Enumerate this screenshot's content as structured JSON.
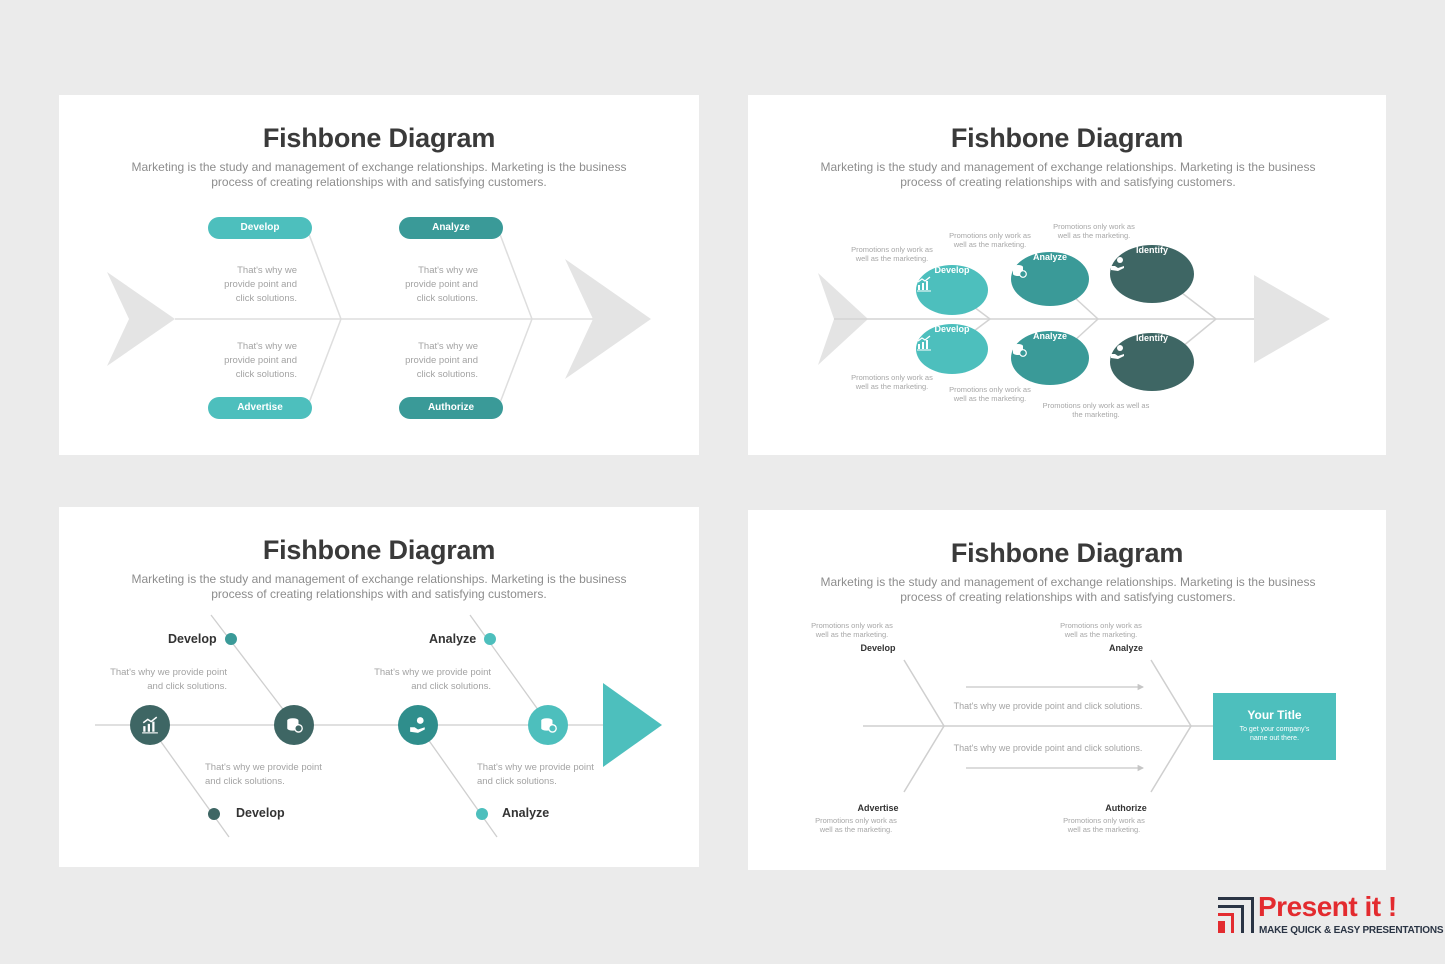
{
  "colors": {
    "teal_light": "#4dbfbd",
    "teal_mid": "#3a9a98",
    "teal_dark": "#2f7e7c",
    "slate": "#3e6664",
    "brand_red": "#e32b2f",
    "brand_dark": "#2a3444"
  },
  "slides": [
    {
      "title": "Fishbone Diagram",
      "subtitle": "Marketing is the study and management of exchange relationships. Marketing is the business process of creating relationships with and satisfying customers.",
      "pills": [
        "Develop",
        "Analyze",
        "Advertise",
        "Authorize"
      ],
      "texts": [
        "That's why we provide point and click solutions.",
        "That's why we provide point and click solutions.",
        "That's why we provide point and click solutions.",
        "That's why we provide point and click solutions."
      ]
    },
    {
      "title": "Fishbone Diagram",
      "subtitle": "Marketing is the study and management of exchange relationships. Marketing is the business process of creating relationships with and satisfying customers.",
      "nodes": [
        {
          "label": "Develop",
          "icon": "chart-icon"
        },
        {
          "label": "Analyze",
          "icon": "coins-icon"
        },
        {
          "label": "Identify",
          "icon": "hand-coin-icon"
        },
        {
          "label": "Develop",
          "icon": "chart-icon"
        },
        {
          "label": "Analyze",
          "icon": "coins-icon"
        },
        {
          "label": "Identify",
          "icon": "hand-coin-icon"
        }
      ],
      "notes": [
        "Promotions only work as well as the marketing.",
        "Promotions only work as well as the marketing.",
        "Promotions only work as well as the marketing.",
        "Promotions only work as well as the marketing.",
        "Promotions only work as well as the marketing.",
        "Promotions only work as well as the marketing."
      ]
    },
    {
      "title": "Fishbone Diagram",
      "subtitle": "Marketing is the study and management of exchange relationships. Marketing is the business process of creating relationships with and satisfying customers.",
      "labels": [
        "Develop",
        "Analyze",
        "Develop",
        "Analyze"
      ],
      "texts": [
        "That's why we provide point and click solutions.",
        "That's why we provide point and click solutions.",
        "That's why we provide point and click solutions.",
        "That's why we provide point and click solutions."
      ]
    },
    {
      "title": "Fishbone Diagram",
      "subtitle": "Marketing is the study and management of exchange relationships. Marketing is the business process of creating relationships with and satisfying customers.",
      "labels": [
        "Develop",
        "Analyze",
        "Advertise",
        "Authorize"
      ],
      "notes": [
        "Promotions only work as well as the marketing.",
        "Promotions only work as well as the marketing.",
        "Promotions only work as well as the marketing.",
        "Promotions only work as well as the marketing."
      ],
      "mid_texts": [
        "That's why we provide point and click solutions.",
        "That's why we provide point and click solutions."
      ],
      "box_title": "Your Title",
      "box_text": "To get your company's name out there."
    }
  ],
  "brand": {
    "name": "Present it !",
    "tagline": "MAKE QUICK & EASY PRESENTATIONS"
  }
}
